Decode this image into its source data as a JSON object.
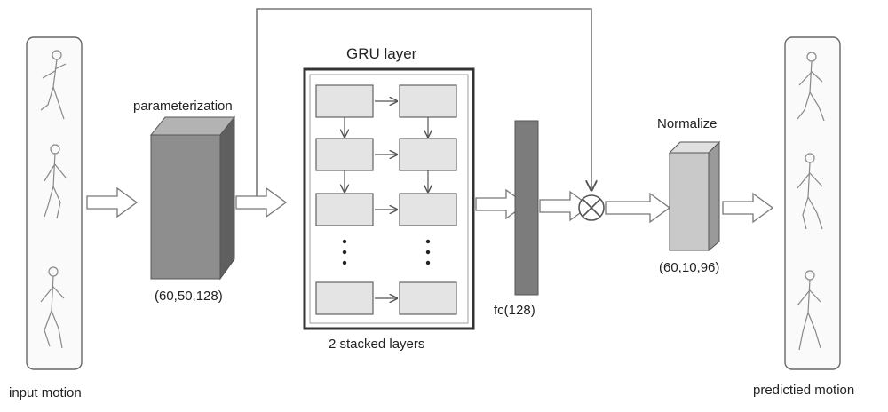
{
  "labels": {
    "input_motion": "input motion",
    "parameterization": "parameterization",
    "param_dims": "(60,50,128)",
    "gru_title": "GRU layer",
    "stacked": "2 stacked layers",
    "fc": "fc(128)",
    "normalize": "Normalize",
    "norm_dims": "(60,10,96)",
    "predicted_motion": "predictied motion"
  },
  "gru": {
    "columns": 2,
    "rows_shown": 4,
    "ellipsis": "⋮"
  },
  "colors": {
    "block_front": "#8e8e8e",
    "block_side": "#5f5f5f",
    "block_top": "#b3b3b3",
    "fc_bar": "#7c7c7c",
    "norm_front": "#c9c9c9",
    "norm_side": "#9a9a9a",
    "norm_top": "#e0e0e0",
    "cell_fill": "#e4e4e4",
    "stroke": "#555555"
  },
  "icons": [
    "stick-figure-icon",
    "multiply-circle-icon",
    "hollow-arrow-icon"
  ]
}
